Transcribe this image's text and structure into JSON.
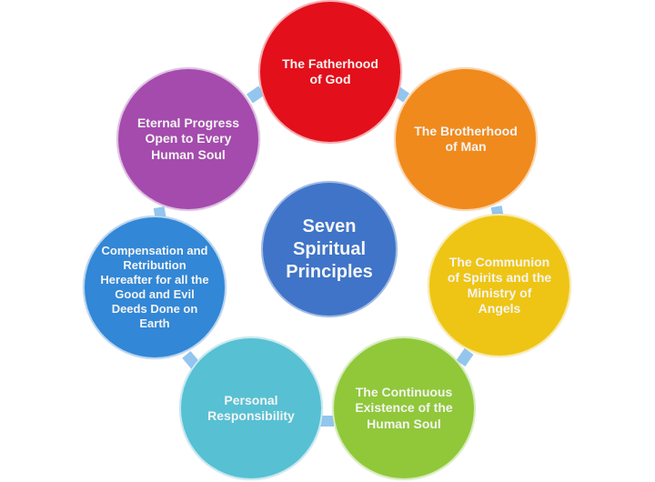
{
  "diagram": {
    "center": {
      "label": "Seven Spiritual Principles",
      "color": "#3f74c8"
    },
    "principles": [
      {
        "label": "The Fatherhood of God",
        "color": "#e30f1a"
      },
      {
        "label": "The Brotherhood of Man",
        "color": "#f08a1c"
      },
      {
        "label": "The Communion of Spirits and the Ministry of Angels",
        "color": "#eec514"
      },
      {
        "label": "The Continuous Existence of the Human Soul",
        "color": "#90c83a"
      },
      {
        "label": "Personal Responsibility",
        "color": "#57c0d3"
      },
      {
        "label": "Compensation and Retribution Hereafter for all the Good and Evil Deeds Done on Earth",
        "color": "#3287d6"
      },
      {
        "label": "Eternal Progress Open to Every Human Soul",
        "color": "#a44bad"
      }
    ],
    "connector_color": "#93c6ee"
  }
}
